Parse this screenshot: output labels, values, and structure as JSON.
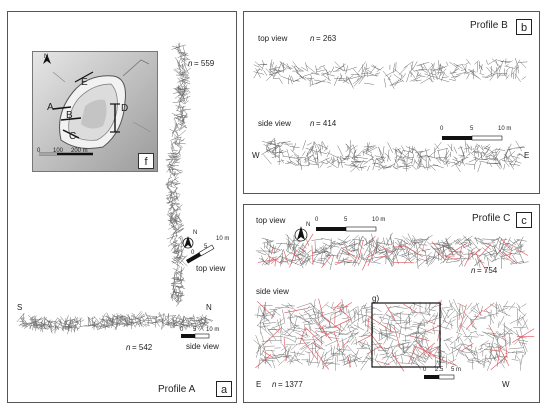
{
  "panel_a": {
    "title": "Profile A",
    "letter": "a",
    "n_top_label": "n",
    "n_top_value": "= 559",
    "n_bottom_label": "n",
    "n_bottom_value": "= 542",
    "top_scale_ticks": [
      "0",
      "5",
      "10 m"
    ],
    "top_scale_caption": "top view",
    "side_scale_ticks": [
      "0",
      "5",
      "10 m"
    ],
    "side_scale_caption": "side view",
    "dir_left": "S",
    "dir_right": "N",
    "north_letter": "N"
  },
  "panel_b": {
    "title": "Profile B",
    "letter": "b",
    "top_view_label": "top view",
    "top_n_label": "n",
    "top_n_value": "= 263",
    "side_view_label": "side view",
    "side_n_label": "n",
    "side_n_value": "= 414",
    "scale_ticks": [
      "0",
      "5",
      "10 m"
    ],
    "dir_left": "W",
    "dir_right": "E"
  },
  "panel_c": {
    "title": "Profile C",
    "letter": "c",
    "top_view_label": "top view",
    "top_n_label": "n",
    "top_n_value": "= 754",
    "top_scale_ticks": [
      "0",
      "5",
      "10 m"
    ],
    "side_view_label": "side view",
    "side_n_label": "n",
    "side_n_value": "= 1377",
    "side_scale_ticks": [
      "0",
      "2.5",
      "5 m"
    ],
    "box_label": "g)",
    "dir_left": "E",
    "dir_right": "W",
    "north_letter": "N"
  },
  "inset_f": {
    "letter": "f",
    "north_letter": "N",
    "profile_labels": [
      "A",
      "B",
      "C",
      "D",
      "E"
    ],
    "scale_ticks": [
      "0",
      "100",
      "200 m"
    ]
  },
  "colors": {
    "trace": "#6e6e6e",
    "trace_red": "#e0505a",
    "border": "#555555"
  }
}
